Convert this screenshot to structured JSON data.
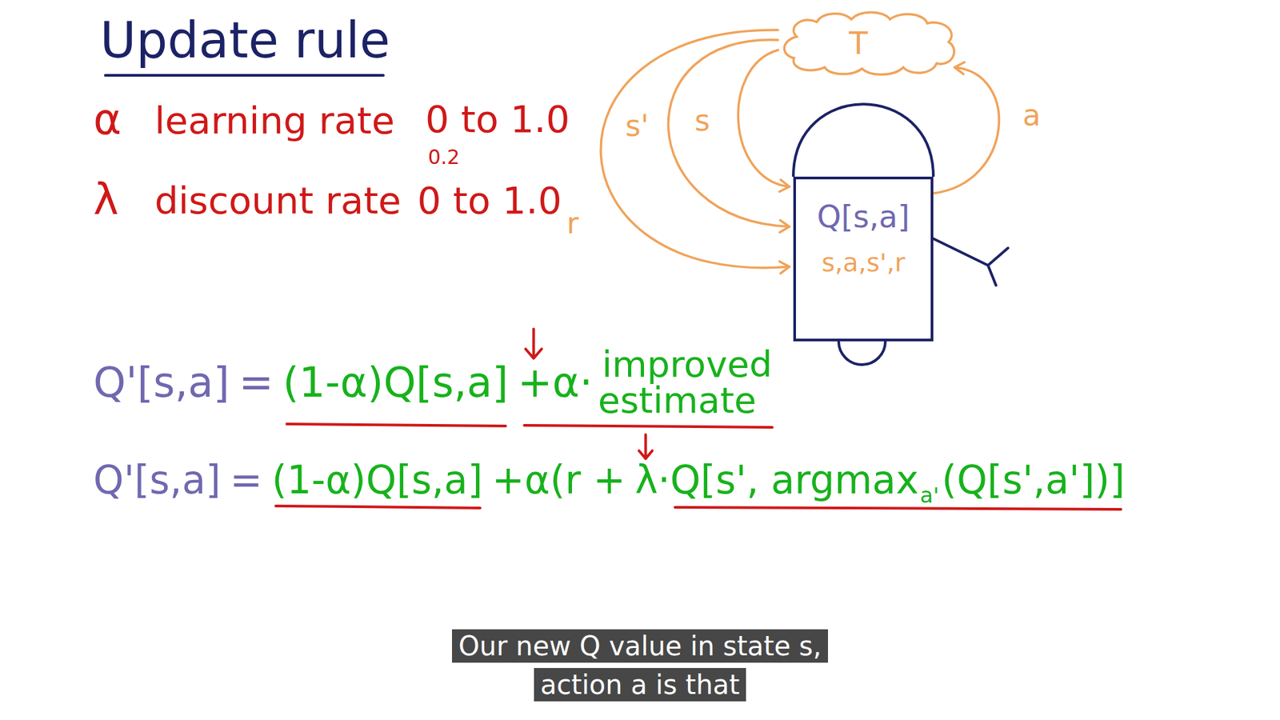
{
  "diagram": {
    "title": "Update rule",
    "caption": "Our new Q value in state s, action a is that",
    "nodes": [
      {
        "text": [
          "T"
        ]
      },
      {
        "text": [
          "Q[s,a]",
          "s,a,s',r"
        ]
      }
    ],
    "edges": [
      {
        "from": 1,
        "to": 0,
        "label": "a",
        "arrow": "to"
      },
      {
        "from": 0,
        "to": 1,
        "label": "s",
        "arrow": "to"
      },
      {
        "from": 0,
        "to": 1,
        "label": "s'",
        "arrow": "to"
      },
      {
        "from": 0,
        "to": 1,
        "label": "r",
        "arrow": "to"
      }
    ],
    "labels": [
      "α",
      "learning rate",
      "0 to 1.0",
      "0.2",
      "λ",
      "discount rate",
      "0 to 1.0",
      "Q'[s,a]",
      "=",
      "(1-α)Q[s,a]",
      "+α·",
      "improved",
      "estimate",
      "Q'[s,a]",
      "=",
      "(1-α)Q[s,a]",
      "+α(r +",
      "λ·Q[s', argmax",
      "a'",
      "(Q[s',a'])]"
    ]
  }
}
